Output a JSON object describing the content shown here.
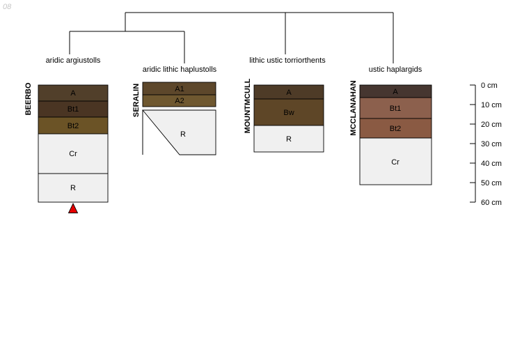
{
  "figure": {
    "corner_text": "08",
    "background": "#ffffff",
    "line_color": "#000000"
  },
  "dendrogram": {
    "leaves": [
      "BEERBO",
      "SERALIN",
      "MOUNTMCULL",
      "MCCLANAHAN"
    ],
    "structure": "BEERBO and SERALIN join in a lower cluster; MOUNTMCULL and MCCLANAHAN attach directly at the root line"
  },
  "depth_axis": {
    "unit": "cm",
    "tick_labels": [
      "0 cm",
      "10 cm",
      "20 cm",
      "30 cm",
      "40 cm",
      "50 cm",
      "60 cm"
    ]
  },
  "marker": {
    "shape": "triangle-up",
    "color": "#e60000",
    "outline": "#7a0000",
    "location": "below BEERBO profile"
  },
  "profiles": [
    {
      "id": "BEERBO",
      "subgroup": "aridic argiustolls",
      "horizons": [
        {
          "name": "A",
          "top_cm": 0,
          "bottom_cm": 8,
          "color": "#513f2a",
          "label_color": "#ffffff"
        },
        {
          "name": "Bt1",
          "top_cm": 8,
          "bottom_cm": 16,
          "color": "#4a3523",
          "label_color": "#ffffff"
        },
        {
          "name": "Bt2",
          "top_cm": 16,
          "bottom_cm": 25,
          "color": "#6b5326",
          "label_color": "#ffffff"
        },
        {
          "name": "Cr",
          "top_cm": 25,
          "bottom_cm": 45,
          "color": "#f0f0f0",
          "label_color": "#000000"
        },
        {
          "name": "R",
          "top_cm": 45,
          "bottom_cm": 60,
          "color": "#f0f0f0",
          "label_color": "#000000"
        }
      ]
    },
    {
      "id": "SERALIN",
      "subgroup": "aridic lithic haplustolls",
      "horizons": [
        {
          "name": "A1",
          "top_cm": 0,
          "bottom_cm": 5,
          "color": "#5d472b",
          "label_color": "#ffffff"
        },
        {
          "name": "A2",
          "top_cm": 5,
          "bottom_cm": 11,
          "color": "#6f5830",
          "label_color": "#ffffff"
        },
        {
          "name": "R",
          "top_cm": 13,
          "bottom_cm": 36,
          "color": "#f0f0f0",
          "label_color": "#000000",
          "note": "diagonal lithic contact on left side"
        }
      ]
    },
    {
      "id": "MOUNTMCULL",
      "subgroup": "lithic ustic torriorthents",
      "horizons": [
        {
          "name": "A",
          "top_cm": 0,
          "bottom_cm": 7,
          "color": "#4e3b27",
          "label_color": "#ffffff"
        },
        {
          "name": "Bw",
          "top_cm": 7,
          "bottom_cm": 21,
          "color": "#5e4627",
          "label_color": "#ffffff"
        },
        {
          "name": "R",
          "top_cm": 21,
          "bottom_cm": 34,
          "color": "#f0f0f0",
          "label_color": "#000000"
        }
      ]
    },
    {
      "id": "MCCLANAHAN",
      "subgroup": "ustic haplargids",
      "horizons": [
        {
          "name": "A",
          "top_cm": 0,
          "bottom_cm": 6,
          "color": "#463630",
          "label_color": "#ffffff"
        },
        {
          "name": "Bt1",
          "top_cm": 6,
          "bottom_cm": 17,
          "color": "#8c604d",
          "label_color": "#ffffff"
        },
        {
          "name": "Bt2",
          "top_cm": 17,
          "bottom_cm": 27,
          "color": "#8a5a43",
          "label_color": "#ffffff"
        },
        {
          "name": "Cr",
          "top_cm": 27,
          "bottom_cm": 51,
          "color": "#f0f0f0",
          "label_color": "#000000"
        }
      ]
    }
  ]
}
